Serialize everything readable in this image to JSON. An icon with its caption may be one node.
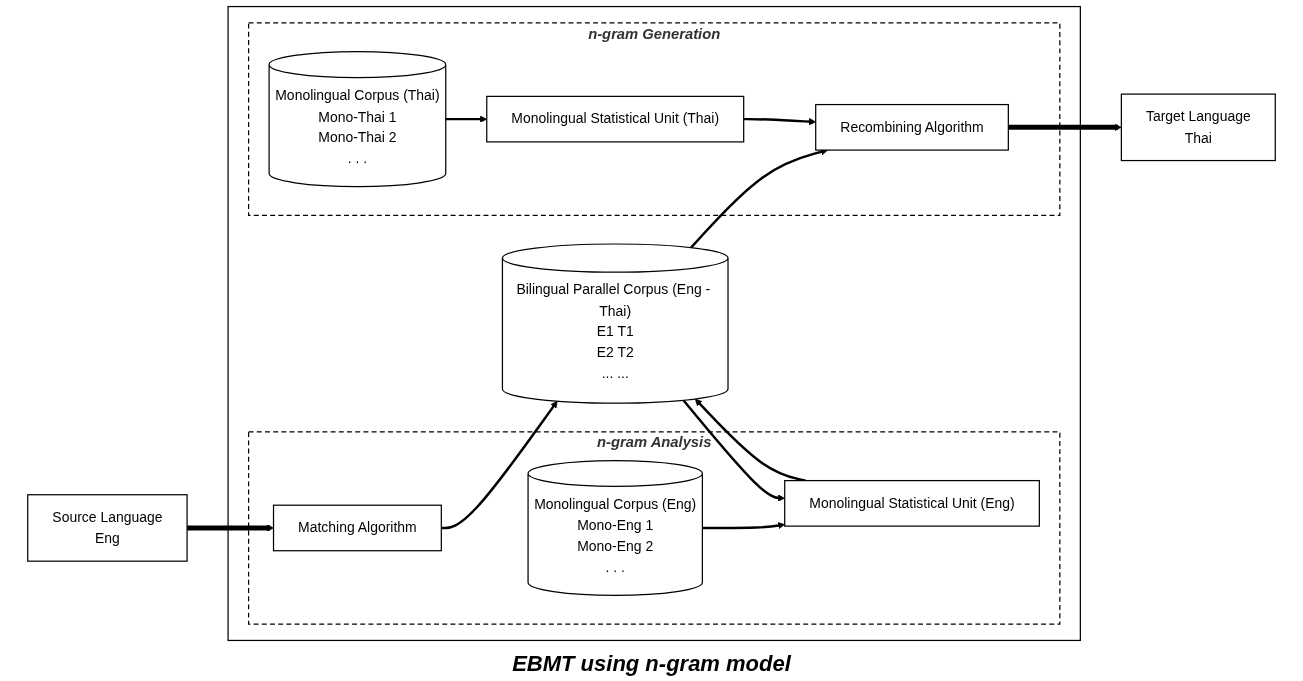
{
  "diagram": {
    "nodes": [
      {
        "text": [
          "Source Language",
          "Eng"
        ]
      },
      {
        "text": [],
        "shape": "box"
      },
      {
        "text": [
          "n-gram Analysis"
        ],
        "in": 1
      },
      {
        "text": [
          "Matching Algorithm"
        ],
        "in": 2
      },
      {
        "text": [
          "Monolingual Statistical Unit (Eng)"
        ],
        "in": 2
      },
      {
        "text": [
          "Monolingual Corpus (Eng)",
          "Mono-Eng 1",
          "Mono-Eng 2",
          ". . ."
        ],
        "in": 2
      },
      {
        "text": [
          "Bilingual Parallel Corpus (Eng - Thai)",
          "E1 T1",
          "E2 T2",
          "... ..."
        ],
        "in": 1
      },
      {
        "text": [
          "n-gram Generation"
        ],
        "in": 1
      },
      {
        "text": [
          "Recombining Algorithm"
        ],
        "in": 7
      },
      {
        "text": [
          "Monolingual Statistical Unit (Thai)"
        ],
        "in": 7
      },
      {
        "text": [
          "Monolingual Corpus (Thai)",
          "Mono-Thai 1",
          "Mono-Thai 2",
          ". . ."
        ],
        "in": 7
      },
      {
        "text": [
          "Target Language",
          "Thai"
        ]
      }
    ],
    "edges": [
      {
        "from": 0,
        "to": 3,
        "arrow": "to",
        "style": "thick"
      },
      {
        "from": 3,
        "to": 6,
        "arrow": "to"
      },
      {
        "from": 6,
        "to": 4,
        "arrow": "to"
      },
      {
        "from": 4,
        "to": 6,
        "arrow": "to"
      },
      {
        "from": 6,
        "to": 8,
        "arrow": "to"
      },
      {
        "from": 9,
        "to": 8,
        "arrow": "to"
      },
      {
        "from": 10,
        "to": 9,
        "arrow": "to"
      },
      {
        "from": 5,
        "to": 4,
        "arrow": "to"
      },
      {
        "from": 8,
        "to": 11,
        "arrow": "to",
        "style": "thick"
      }
    ],
    "labels": [
      "EBMT using n-gram model"
    ]
  }
}
